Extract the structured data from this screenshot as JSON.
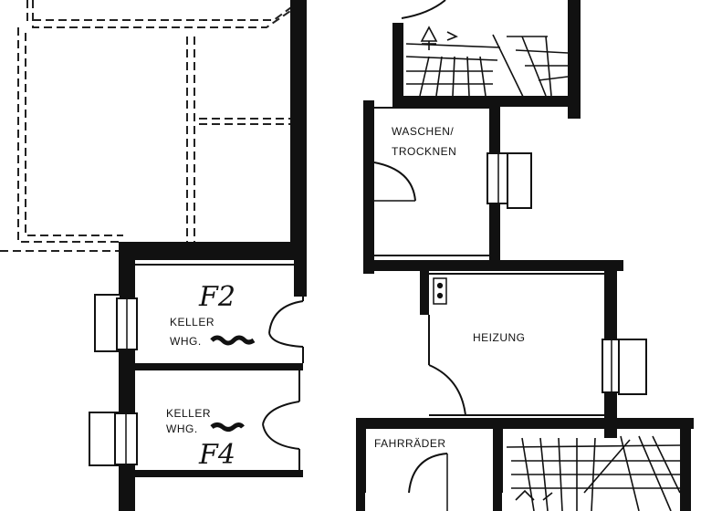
{
  "rooms": {
    "waschen_line1": "WASCHEN/",
    "waschen_line2": "TROCKNEN",
    "heizung": "HEIZUNG",
    "fahrraeder": "FAHRRÄDER",
    "keller_top_line1": "KELLER",
    "keller_top_line2": "WHG.",
    "keller_bottom_line1": "KELLER",
    "keller_bottom_line2": "WHG."
  },
  "handwritten": {
    "top": "F2",
    "bottom": "F4"
  },
  "colors": {
    "wall": "#111111",
    "background": "#ffffff"
  }
}
